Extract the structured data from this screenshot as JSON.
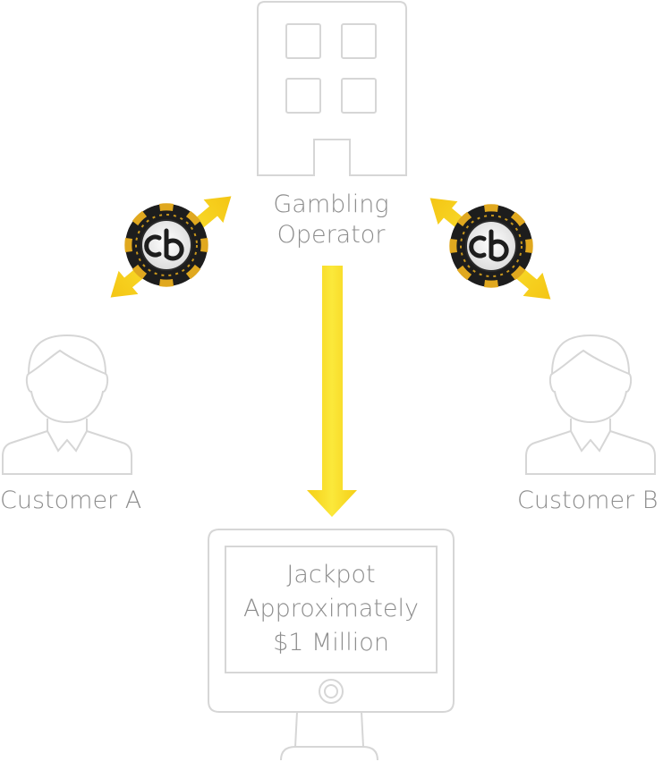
{
  "operator": {
    "line1": "Gambling",
    "line2": "Operator"
  },
  "customer_a": {
    "label": "Customer A"
  },
  "customer_b": {
    "label": "Customer B"
  },
  "jackpot": {
    "line1": "Jackpot",
    "line2": "Approximately",
    "line3": "$1 Million"
  },
  "chip_logo_text": "cb",
  "icons": {
    "building": "building-icon",
    "person": "person-icon",
    "monitor": "monitor-icon",
    "chip": "casino-chip-icon",
    "arrow": "arrow-icon"
  },
  "colors": {
    "outline": "#d6d6d6",
    "text": "#8d8d8d",
    "arrow_yellow": "#f6dc1c",
    "arrow_orange": "#eab40f",
    "chip_dark": "#1d1d1d",
    "chip_gold": "#e3aa22"
  }
}
